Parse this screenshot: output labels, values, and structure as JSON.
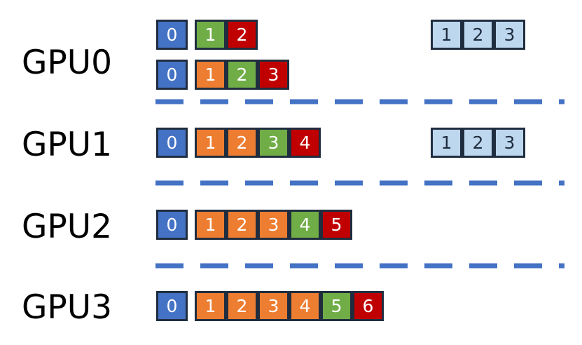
{
  "colors": {
    "blue": "#4472c4",
    "orange": "#ed7d31",
    "green": "#70ad47",
    "red": "#c00000",
    "light_blue": "#bdd7ee",
    "border": "#1f2d3f",
    "separator": "#4472c4"
  },
  "gpus": [
    {
      "label": "GPU0",
      "sequences": [
        [
          {
            "text": "0",
            "color": "blue"
          },
          {
            "text": "1",
            "color": "green"
          },
          {
            "text": "2",
            "color": "red"
          }
        ],
        [
          {
            "text": "0",
            "color": "blue"
          },
          {
            "text": "1",
            "color": "orange"
          },
          {
            "text": "2",
            "color": "green"
          },
          {
            "text": "3",
            "color": "red"
          }
        ]
      ],
      "extra": [
        {
          "text": "1",
          "color": "light_blue"
        },
        {
          "text": "2",
          "color": "light_blue"
        },
        {
          "text": "3",
          "color": "light_blue"
        }
      ]
    },
    {
      "label": "GPU1",
      "sequences": [
        [
          {
            "text": "0",
            "color": "blue"
          },
          {
            "text": "1",
            "color": "orange"
          },
          {
            "text": "2",
            "color": "orange"
          },
          {
            "text": "3",
            "color": "green"
          },
          {
            "text": "4",
            "color": "red"
          }
        ]
      ],
      "extra": [
        {
          "text": "1",
          "color": "light_blue"
        },
        {
          "text": "2",
          "color": "light_blue"
        },
        {
          "text": "3",
          "color": "light_blue"
        }
      ]
    },
    {
      "label": "GPU2",
      "sequences": [
        [
          {
            "text": "0",
            "color": "blue"
          },
          {
            "text": "1",
            "color": "orange"
          },
          {
            "text": "2",
            "color": "orange"
          },
          {
            "text": "3",
            "color": "orange"
          },
          {
            "text": "4",
            "color": "green"
          },
          {
            "text": "5",
            "color": "red"
          }
        ]
      ],
      "extra": []
    },
    {
      "label": "GPU3",
      "sequences": [
        [
          {
            "text": "0",
            "color": "blue"
          },
          {
            "text": "1",
            "color": "orange"
          },
          {
            "text": "2",
            "color": "orange"
          },
          {
            "text": "3",
            "color": "orange"
          },
          {
            "text": "4",
            "color": "orange"
          },
          {
            "text": "5",
            "color": "green"
          },
          {
            "text": "6",
            "color": "red"
          }
        ]
      ],
      "extra": []
    }
  ]
}
